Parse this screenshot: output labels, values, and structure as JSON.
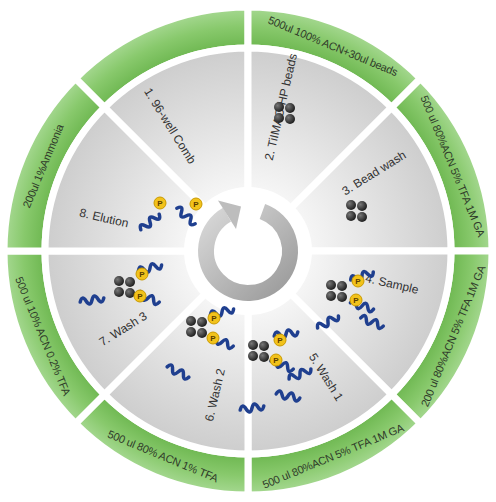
{
  "diagram": {
    "nodes": [
      {
        "text": [
          "1. 96-well Comb"
        ]
      },
      {
        "text": [
          "2. TiIMAC-HP beads",
          "500ul 100% ACN+30ul beads"
        ]
      },
      {
        "text": [
          "3. Bead wash",
          "500 ul 80%ACN 5% TFA 1M GA"
        ]
      },
      {
        "text": [
          "4. Sample",
          "200 ul 80%ACN 5% TFA 1M GA"
        ]
      },
      {
        "text": [
          "5. Wash 1",
          "500 ul 80%ACN 5% TFA 1M GA"
        ]
      },
      {
        "text": [
          "6. Wash 2",
          "500 ul 80% ACN 1% TFA"
        ]
      },
      {
        "text": [
          "7. Wash 3",
          "500 ul 10% ACN 0.2% TFA"
        ]
      },
      {
        "text": [
          "8. Elution",
          "200ul 1%Ammonia"
        ]
      }
    ],
    "labels": [
      "P",
      "P",
      "P",
      "P",
      "P",
      "P",
      "P",
      "P",
      "P",
      "P"
    ]
  }
}
